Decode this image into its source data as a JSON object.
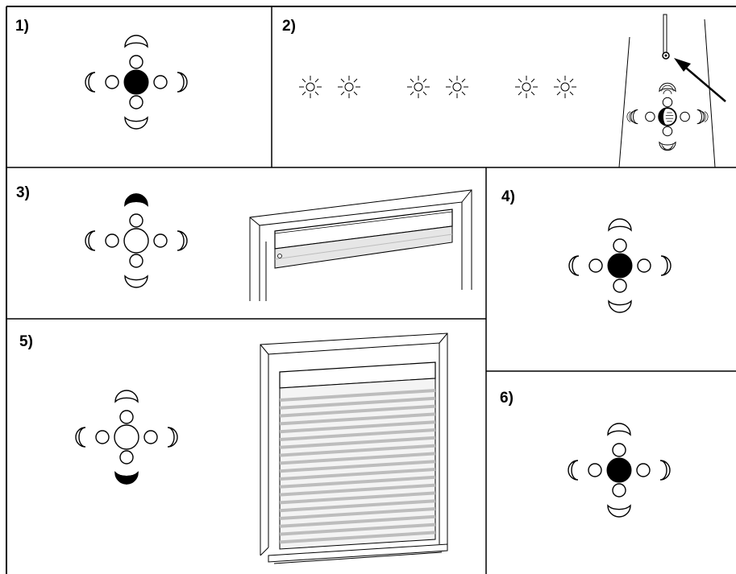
{
  "panels": [
    {
      "id": "p1",
      "label": "1)",
      "center_button": "filled"
    },
    {
      "id": "p2",
      "label": "2)"
    },
    {
      "id": "p3",
      "label": "3)",
      "up_button": "filled",
      "blind_state": "closed-up"
    },
    {
      "id": "p4",
      "label": "4)",
      "center_button": "filled"
    },
    {
      "id": "p5",
      "label": "5)",
      "down_button": "filled",
      "blind_state": "lowered"
    },
    {
      "id": "p6",
      "label": "6)",
      "center_button": "filled"
    }
  ],
  "icons": {
    "remote_pad": "remote-control-keypad-icon",
    "blink": "blinking-light-icon",
    "arrow": "pointer-arrow-icon",
    "pin": "reset-pin-icon"
  },
  "colors": {
    "line": "#000000",
    "shade": "#bdbdbd",
    "background": "#ffffff"
  }
}
